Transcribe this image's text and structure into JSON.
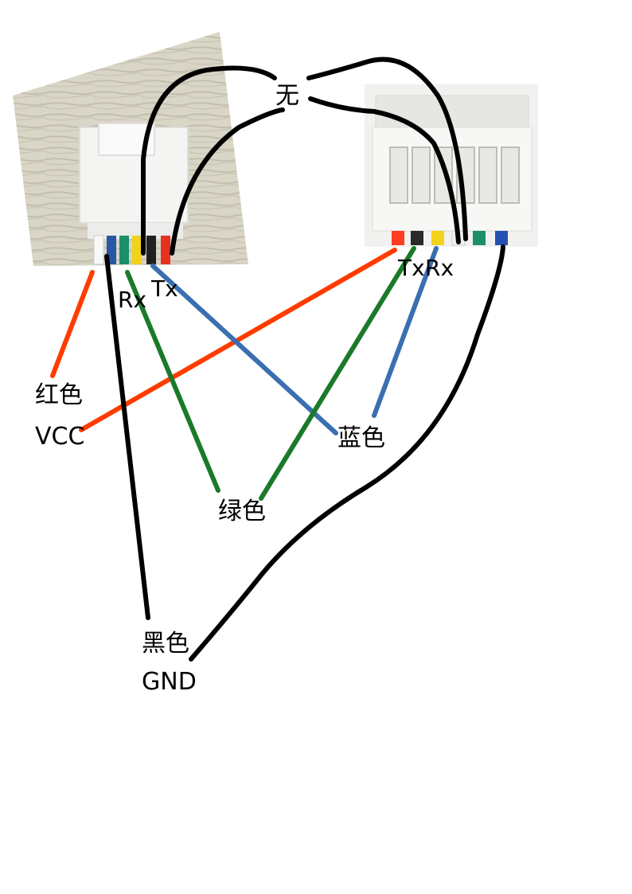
{
  "labels": {
    "none": "无",
    "left_rx": "Rx",
    "left_tx": "Tx",
    "right_tx": "Tx",
    "right_rx": "Rx",
    "red": "红色",
    "vcc": "VCC",
    "blue": "蓝色",
    "green": "绿色",
    "black": "黑色",
    "gnd": "GND"
  },
  "wire_colors": {
    "red": "#ff3c00",
    "blue": "#3a6fb0",
    "green": "#1a7a2a",
    "black": "#000000",
    "yellow": "#f2d21a",
    "teal": "#1a8f6a"
  },
  "connections": [
    {
      "from": "left Tx",
      "to": "right Rx",
      "color": "blue"
    },
    {
      "from": "left Rx",
      "to": "right Tx",
      "color": "green"
    },
    {
      "from": "left VCC",
      "to": "right VCC",
      "color": "red"
    },
    {
      "from": "left GND",
      "to": "right GND",
      "color": "black"
    }
  ]
}
